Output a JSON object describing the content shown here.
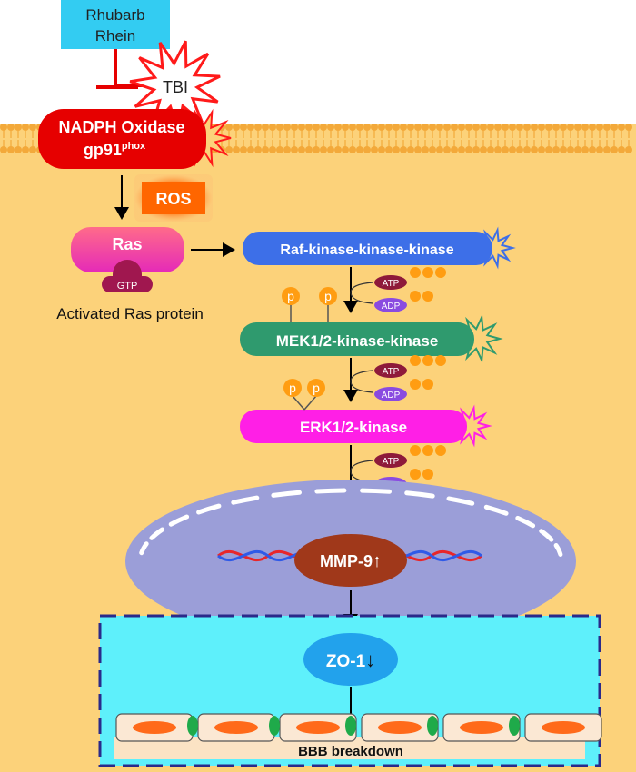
{
  "inhibitor": {
    "line1": "Rhubarb",
    "line2": "Rhein"
  },
  "tbi": "TBI",
  "nadph": {
    "line1": "NADPH Oxidase",
    "line2_main": "gp91",
    "line2_sup": "phox"
  },
  "ros": "ROS",
  "ras": {
    "label": "Ras",
    "gtp": "GTP",
    "caption": "Activated Ras protein"
  },
  "kinases": {
    "raf": "Raf-kinase-kinase-kinase",
    "mek": "MEK1/2-kinase-kinase",
    "erk": "ERK1/2-kinase"
  },
  "phospho": {
    "p": "p",
    "atp": "ATP",
    "adp": "ADP"
  },
  "nucleus": {
    "mmp9": "MMP-9",
    "mmp9_arrow": "↑"
  },
  "bbb": {
    "zo1": "ZO-1",
    "zo1_arrow": "↓",
    "label": "BBB breakdown"
  },
  "colors": {
    "background": "#fcd27a",
    "membrane": "#f3a93a",
    "rhein_box": "#33ccf2",
    "tbi_burst": "#ff1a1a",
    "nadph": "#e60000",
    "ros": "#ff6600",
    "ras": "#ee3aa8",
    "gtp": "#a0174f",
    "raf": "#3d6fe8",
    "mek": "#2f9a6e",
    "erk": "#ff1fe6",
    "atp": "#8e1a3a",
    "adp": "#8a4be0",
    "phosphate": "#ff9d12",
    "nucleus": "#9b9ed8",
    "mmp9": "#a0381a",
    "bbb_panel": "#5ef0fb",
    "zo1": "#22a2ec",
    "cell_nucleus": "#ff6a1a",
    "tight_junction": "#1faa4a"
  }
}
